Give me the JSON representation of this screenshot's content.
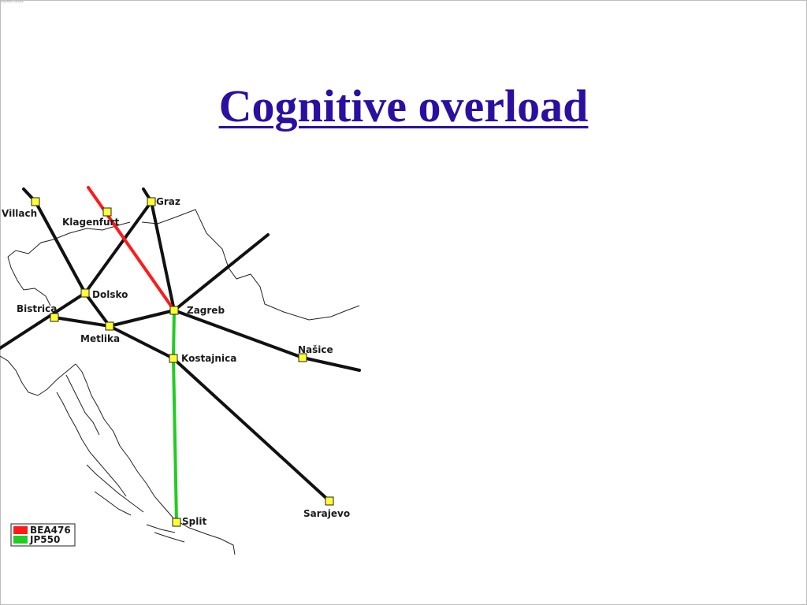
{
  "slide": {
    "title": "Cognitive overload",
    "corner_mark": "Cognitive overload"
  },
  "map": {
    "cities": [
      {
        "id": "villach",
        "name": "Villach"
      },
      {
        "id": "klagenfurt",
        "name": "Klagenfurt"
      },
      {
        "id": "graz",
        "name": "Graz"
      },
      {
        "id": "dolsko",
        "name": "Dolsko"
      },
      {
        "id": "bistrica",
        "name": "Bistrica"
      },
      {
        "id": "metlika",
        "name": "Metlika"
      },
      {
        "id": "zagreb",
        "name": "Zagreb"
      },
      {
        "id": "kostajnica",
        "name": "Kostajnica"
      },
      {
        "id": "nasice",
        "name": "Našice"
      },
      {
        "id": "sarajevo",
        "name": "Sarajevo"
      },
      {
        "id": "split",
        "name": "Split"
      }
    ],
    "routes": [
      {
        "id": "BEA476",
        "color": "#ff1a1a"
      },
      {
        "id": "JP550",
        "color": "#22cc22"
      }
    ],
    "airway_color": "#111111",
    "fix_color": "#ffff33",
    "legend": [
      {
        "label": "BEA476",
        "color": "#ff1a1a"
      },
      {
        "label": "JP550",
        "color": "#22cc22"
      }
    ]
  }
}
